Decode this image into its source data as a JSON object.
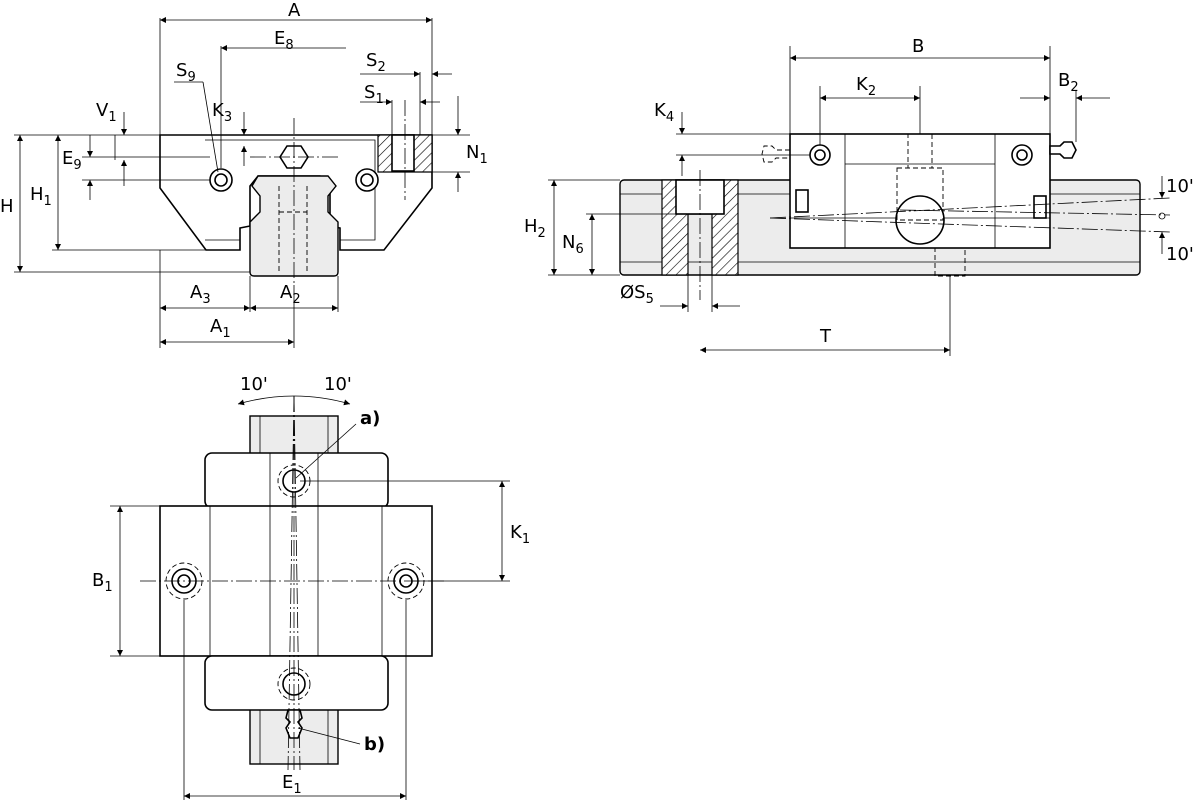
{
  "labels": {
    "A": "A",
    "E8": {
      "base": "E",
      "sub": "8"
    },
    "S9": {
      "base": "S",
      "sub": "9"
    },
    "S2": {
      "base": "S",
      "sub": "2"
    },
    "S1": {
      "base": "S",
      "sub": "1"
    },
    "V1": {
      "base": "V",
      "sub": "1"
    },
    "K3": {
      "base": "K",
      "sub": "3"
    },
    "N1": {
      "base": "N",
      "sub": "1"
    },
    "E9": {
      "base": "E",
      "sub": "9"
    },
    "H": "H",
    "H1": {
      "base": "H",
      "sub": "1"
    },
    "A3": {
      "base": "A",
      "sub": "3"
    },
    "A2": {
      "base": "A",
      "sub": "2"
    },
    "A1": {
      "base": "A",
      "sub": "1"
    },
    "B": "B",
    "K2": {
      "base": "K",
      "sub": "2"
    },
    "B2": {
      "base": "B",
      "sub": "2"
    },
    "K4": {
      "base": "K",
      "sub": "4"
    },
    "H2": {
      "base": "H",
      "sub": "2"
    },
    "N6": {
      "base": "N",
      "sub": "6"
    },
    "S5": {
      "base": "ØS",
      "sub": "5"
    },
    "T": "T",
    "tilt_top": "10'",
    "tilt_bottom": "10'",
    "tilt_left": "10'",
    "tilt_right": "10'",
    "note_a": "a)",
    "note_b": "b)",
    "K1": {
      "base": "K",
      "sub": "1"
    },
    "B1": {
      "base": "B",
      "sub": "1"
    },
    "E1": {
      "base": "E",
      "sub": "1"
    }
  }
}
